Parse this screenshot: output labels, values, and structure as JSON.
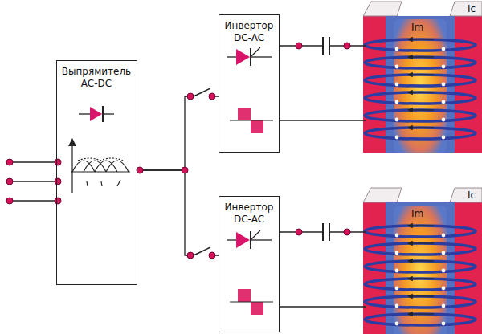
{
  "diagram": {
    "nodes": [
      {
        "text": [
          "Выпрямитель AC-DC"
        ]
      },
      {
        "text": [
          "Инвертор DC-AC"
        ]
      },
      {
        "text": [
          "Инвертор DC-AC"
        ]
      }
    ],
    "edges": [
      {
        "from": 0,
        "to": 1,
        "arrow": "none"
      },
      {
        "from": 0,
        "to": 2,
        "arrow": "none"
      }
    ],
    "labels": [
      "Im",
      "Ic",
      "Im",
      "Ic"
    ]
  }
}
